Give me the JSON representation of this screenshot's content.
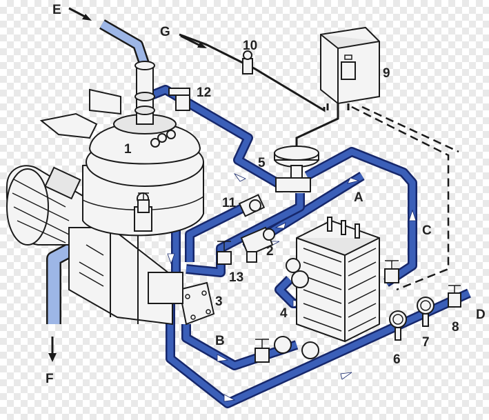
{
  "labels": {
    "E": "E",
    "F": "F",
    "G": "G",
    "A": "A",
    "B": "B",
    "C": "C",
    "D": "D",
    "n1": "1",
    "n2": "2",
    "n3": "3",
    "n4": "4",
    "n5": "5",
    "n6": "6",
    "n7": "7",
    "n8": "8",
    "n9": "9",
    "n10": "10",
    "n11": "11",
    "n12": "12",
    "n13": "13"
  },
  "colors": {
    "pipe": "#3b5fb8",
    "pipe_outline": "#16276b",
    "pipe_light": "#a9c4ee",
    "drain": "#9db6e6",
    "arrow": "#ffffff"
  }
}
